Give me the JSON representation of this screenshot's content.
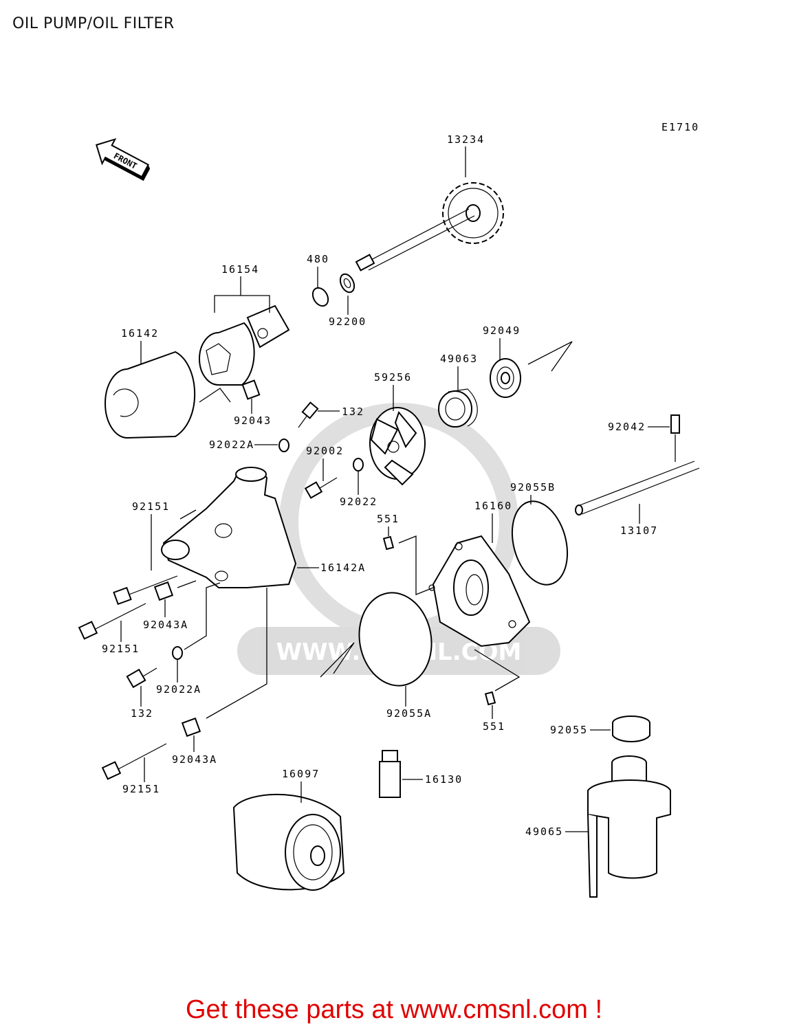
{
  "title": "OIL PUMP/OIL FILTER",
  "diagram_code": "E1710",
  "front_label": "FRONT",
  "watermark": "WWW.CMSNL.COM",
  "footer": "Get these parts at www.cmsnl.com !",
  "labels": {
    "p13234": "13234",
    "p480": "480",
    "p16154": "16154",
    "p92200": "92200",
    "p16142": "16142",
    "p92049": "92049",
    "p49063": "49063",
    "p59256": "59256",
    "p92043a": "92043",
    "p132a": "132",
    "p92042": "92042",
    "p92022Aa": "92022A",
    "p92002": "92002",
    "p92022": "92022",
    "p92055B": "92055B",
    "p16160": "16160",
    "p551a": "551",
    "p92151a": "92151",
    "p13107": "13107",
    "p16142A": "16142A",
    "p92043Aa": "92043A",
    "p92151b": "92151",
    "p92022Ab": "92022A",
    "p132b": "132",
    "p92055A": "92055A",
    "p551b": "551",
    "p92055": "92055",
    "p92043Ab": "92043A",
    "p92151c": "92151",
    "p16097": "16097",
    "p16130": "16130",
    "p49065": "49065"
  }
}
